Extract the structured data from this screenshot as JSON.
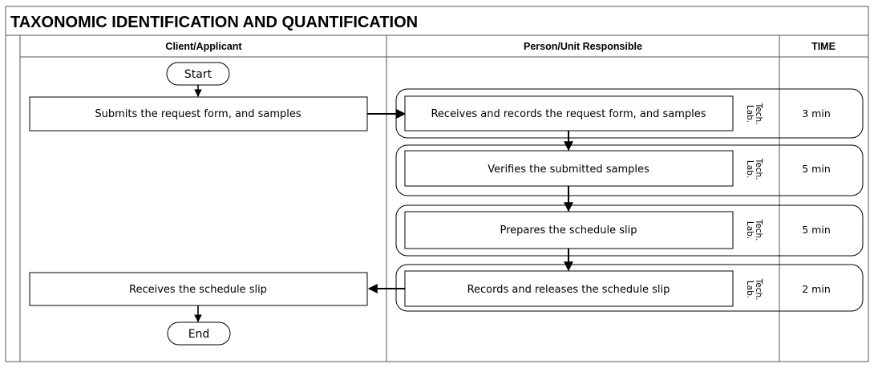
{
  "title": "TAXONOMIC IDENTIFICATION AND QUANTIFICATION",
  "columns": {
    "client": "Client/Applicant",
    "person": "Person/Unit Responsible",
    "time": "TIME"
  },
  "terminals": {
    "start": "Start",
    "end": "End"
  },
  "client_steps": {
    "submit": "Submits the request form, and samples",
    "receive": "Receives the schedule slip"
  },
  "steps": [
    {
      "label": "Receives and records the request form, and samples",
      "responsible": [
        "Lab.",
        "Tech."
      ],
      "time": "3 min"
    },
    {
      "label": "Verifies the submitted samples",
      "responsible": [
        "Lab.",
        "Tech."
      ],
      "time": "5 min"
    },
    {
      "label": "Prepares the schedule slip",
      "responsible": [
        "Lab.",
        "Tech."
      ],
      "time": "5 min"
    },
    {
      "label": "Records and releases the schedule slip",
      "responsible": [
        "Lab.",
        "Tech."
      ],
      "time": "2 min"
    }
  ]
}
